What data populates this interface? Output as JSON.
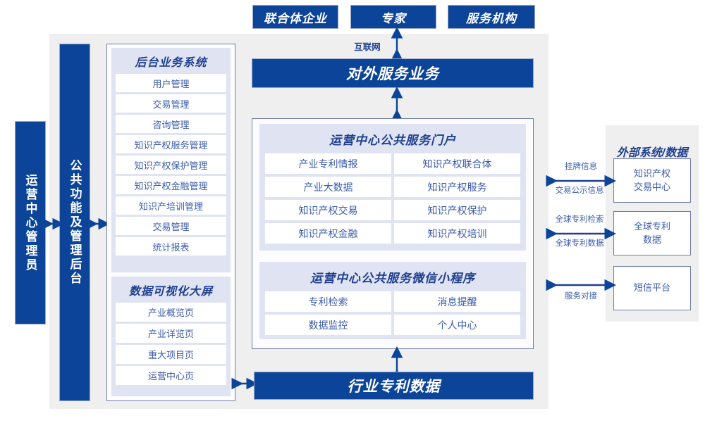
{
  "top_actors": [
    {
      "label": "联合体企业"
    },
    {
      "label": "专家"
    },
    {
      "label": "服务机构"
    }
  ],
  "internet_label": "互联网",
  "external_service_bar": "对外服务业务",
  "industry_data_bar": "行业专利数据",
  "left_columns": [
    {
      "label": "运营中心管理员"
    },
    {
      "label": "公共功能及管理后台"
    }
  ],
  "backoffice": {
    "title": "后台业务系统",
    "items": [
      "用户管理",
      "交易管理",
      "咨询管理",
      "知识产权服务管理",
      "知识产权保护管理",
      "知识产权金融管理",
      "知识产培训管理",
      "交易管理",
      "统计报表"
    ]
  },
  "dataviz": {
    "title": "数据可视化大屏",
    "items": [
      "产业概览页",
      "产业详览页",
      "重大项目页",
      "运营中心页"
    ]
  },
  "portal": {
    "title": "运营中心公共服务门户",
    "items": [
      "产业专利情报",
      "知识产权联合体",
      "产业大数据",
      "知识产权服务",
      "知识产权交易",
      "知识产权保护",
      "知识产权金融",
      "知识产权培训"
    ]
  },
  "miniprogram": {
    "title": "运营中心公共服务微信小程序",
    "items": [
      "专利检索",
      "消息提醒",
      "数据监控",
      "个人中心"
    ]
  },
  "external": {
    "title": "外部系统/数据",
    "boxes": [
      {
        "line1": "知识产权",
        "line2": "交易中心"
      },
      {
        "line1": "全球专利",
        "line2": "数据"
      },
      {
        "line1": "短信平台",
        "line2": ""
      }
    ],
    "connectors": [
      {
        "above": "挂牌信息",
        "below": "交易公示信息"
      },
      {
        "above": "全球专利检索",
        "below": "全球专利数据"
      },
      {
        "above": "",
        "below": "服务对接"
      }
    ]
  },
  "colors": {
    "brand_blue": "#0b4498",
    "panel_fill": "#dfe3f2",
    "stage_grey": "#efefef",
    "border_violet": "#6f7bab",
    "text_blue": "#3a5bab"
  }
}
